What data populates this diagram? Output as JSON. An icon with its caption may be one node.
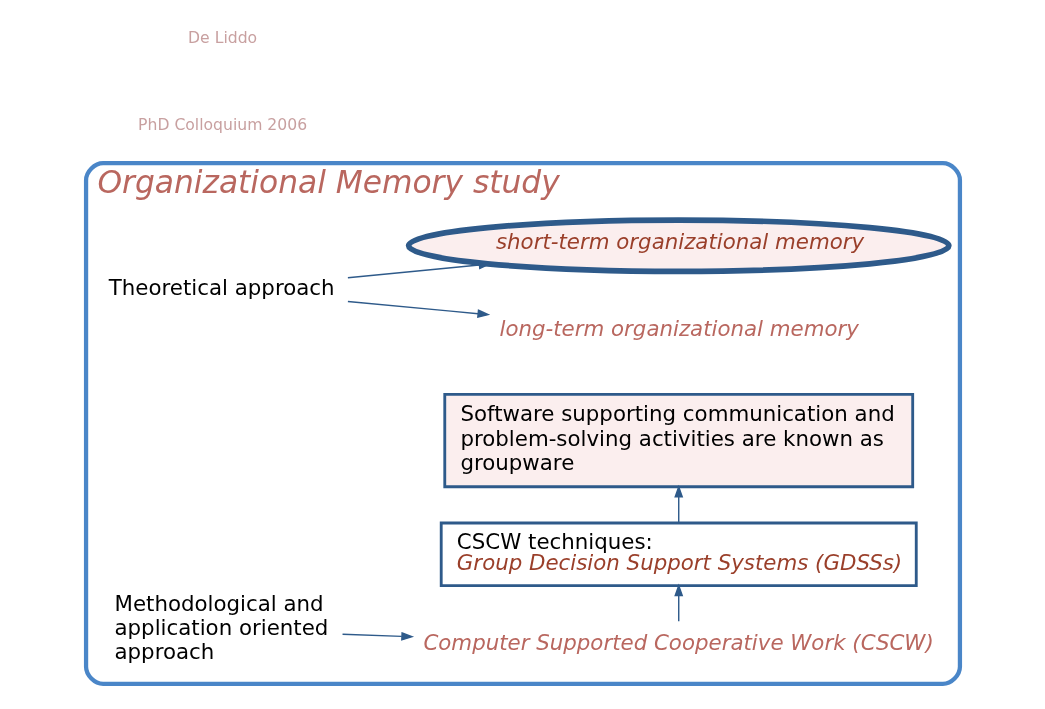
{
  "diagram": {
    "nodes": [
      {
        "text": [
          "Organizational Memory study"
        ]
      },
      {
        "text": [
          "Theoretical approach"
        ],
        "in": 0
      },
      {
        "text": [
          "long-term organizational memory"
        ],
        "in": 0
      },
      {
        "text": [
          "short-term organizational memory"
        ],
        "in": 0
      },
      {
        "text": [
          "Methodological and application oriented approach"
        ],
        "in": 0
      },
      {
        "text": [
          "Computer Supported Cooperative Work (CSCW)"
        ],
        "in": 0
      },
      {
        "text": [
          "CSCW techniques:",
          "Group Decision Support Systems (GDSSs)"
        ],
        "in": 0
      },
      {
        "text": [
          "Software supporting communication and problem-solving activities are known as groupware"
        ],
        "in": 0
      }
    ],
    "edges": [
      {
        "from": 1,
        "to": 2,
        "arrow": "to"
      },
      {
        "from": 1,
        "to": 3,
        "arrow": "to"
      },
      {
        "from": 4,
        "to": 5,
        "arrow": "to"
      },
      {
        "from": 5,
        "to": 6,
        "arrow": "to"
      },
      {
        "from": 6,
        "to": 7,
        "arrow": "to"
      }
    ],
    "labels": [
      "PhD Colloquium 2006",
      "De Liddo"
    ]
  }
}
